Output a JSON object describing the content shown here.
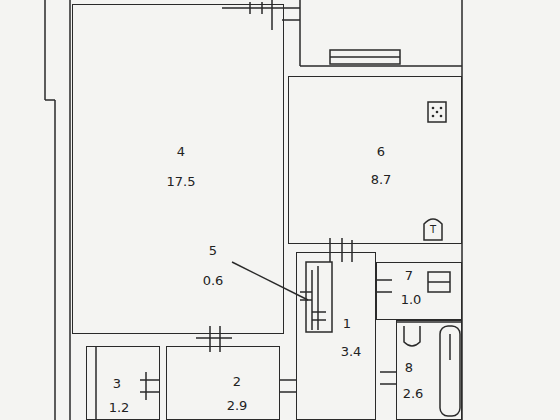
{
  "diagram": {
    "nodes": [
      {
        "text": [
          "4",
          "17.5"
        ]
      },
      {
        "text": [
          "6",
          "8.7"
        ]
      },
      {
        "text": [
          "1",
          "3.4"
        ]
      },
      {
        "text": [
          "7",
          "1.0"
        ]
      },
      {
        "text": [
          "8",
          "2.6"
        ]
      },
      {
        "text": [
          "3",
          "1.2"
        ]
      },
      {
        "text": [
          "2",
          "2.9"
        ]
      }
    ],
    "labels": [
      "5",
      "0.6",
      "Т"
    ]
  }
}
